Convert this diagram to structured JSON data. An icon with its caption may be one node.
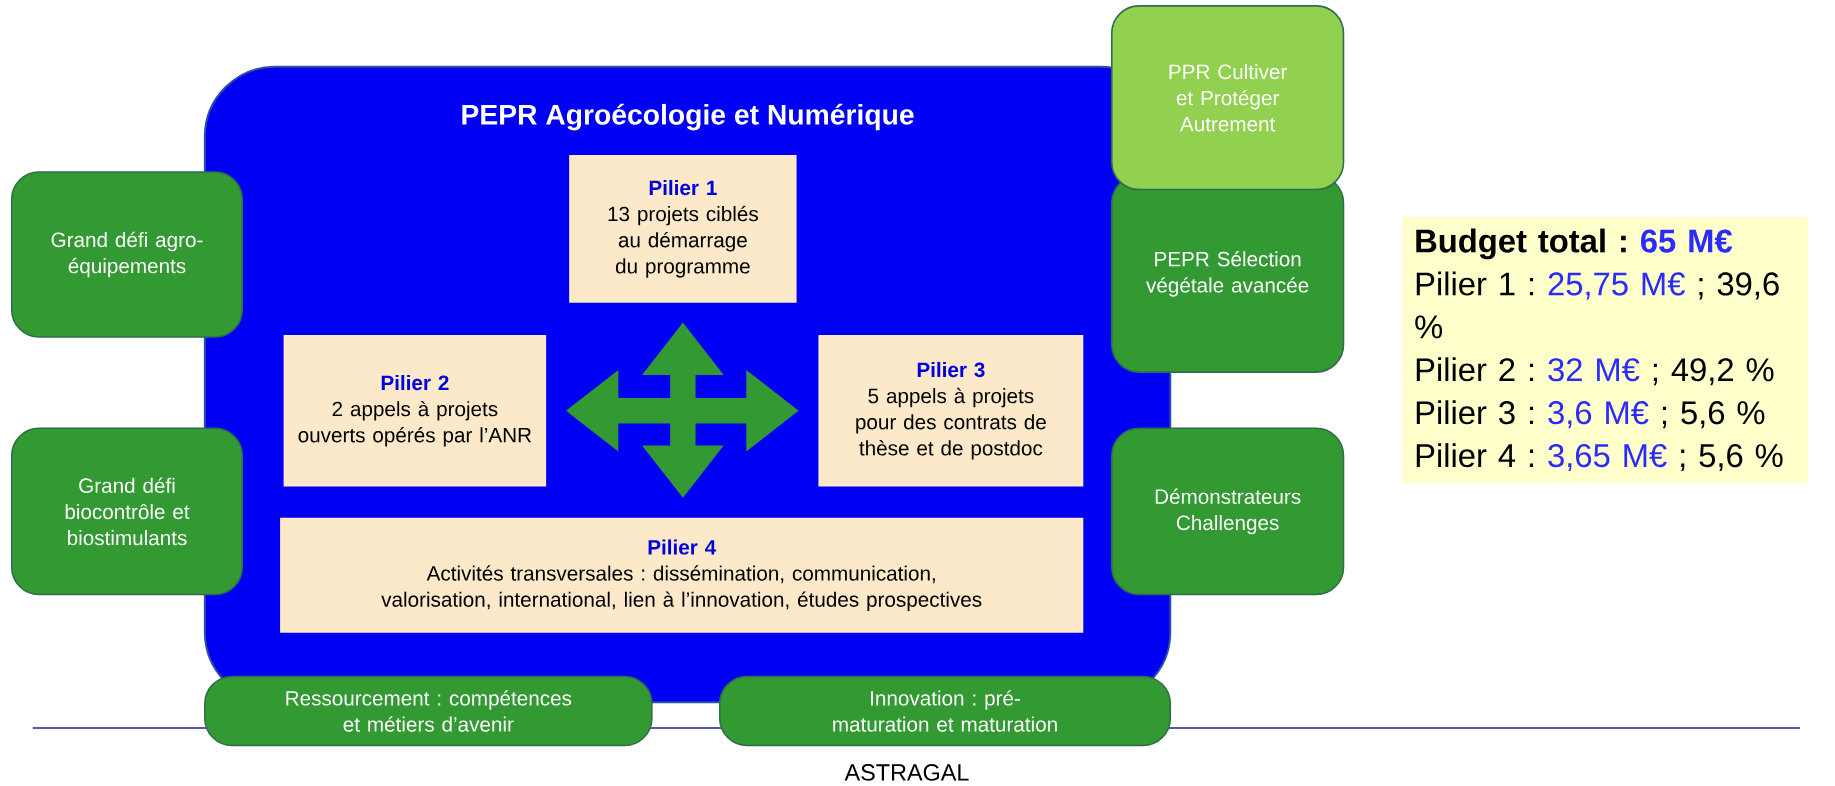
{
  "diagram": {
    "nodes": [
      {
        "text": [
          "PEPR Agroécologie et Numérique"
        ]
      },
      {
        "text": [
          "Pilier 1",
          "13 projets ciblés au démarrage du programme"
        ],
        "in": 0
      },
      {
        "text": [
          "Pilier 2",
          "2 appels à projets ouverts opérés par l’ANR"
        ],
        "in": 0
      },
      {
        "text": [
          "Pilier 3",
          "5 appels à projets pour des contrats de thèse et de postdoc"
        ],
        "in": 0
      },
      {
        "text": [
          "Pilier 4",
          "Activités transversales : dissémination, communication, valorisation, international, lien à l’innovation, études prospectives"
        ],
        "in": 0
      },
      {
        "text": [
          "PPR Cultiver et Protéger Autrement"
        ]
      },
      {
        "text": [
          "Grand défi agro-équipements"
        ]
      },
      {
        "text": [
          "PEPR Sélection végétale avancée"
        ]
      },
      {
        "text": [
          "Grand défi biocontrôle et biostimulants"
        ]
      },
      {
        "text": [
          "Démonstrateurs Challenges"
        ]
      },
      {
        "text": [
          "Ressourcement : compétences et métiers d’avenir"
        ]
      },
      {
        "text": [
          "Innovation : pré-maturation et maturation"
        ]
      }
    ],
    "edges": [
      {
        "from": 1,
        "to": 4,
        "arrow": "both"
      },
      {
        "from": 2,
        "to": 3,
        "arrow": "both"
      }
    ],
    "labels": [
      "Budget total :",
      "65 M€",
      "Pilier 1 :",
      "25,75 M€",
      "; 39,6 %",
      "Pilier 2 :",
      "32 M€",
      "; 49,2 %",
      "Pilier 3 :",
      "3,6 M€",
      "; 5,6 %",
      "Pilier 4 :",
      "3,65 M€",
      "; 5,6 %",
      "ASTRAGAL"
    ]
  }
}
